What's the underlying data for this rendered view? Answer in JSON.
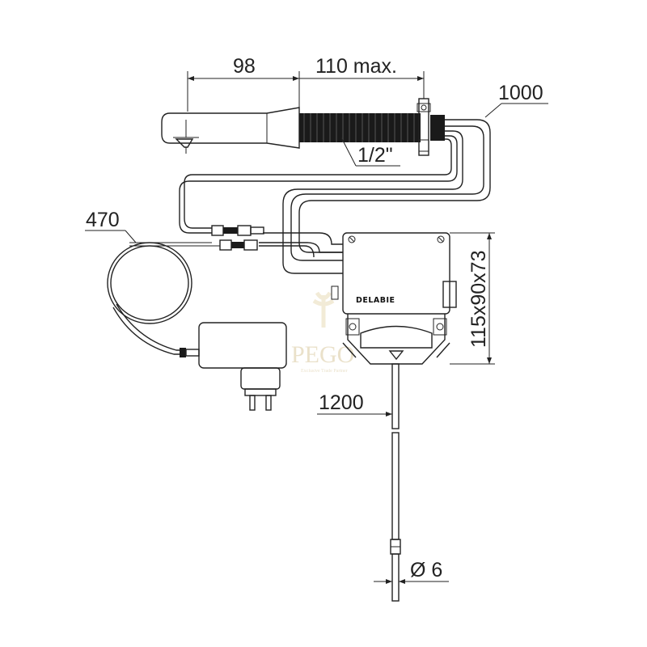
{
  "dimensions": {
    "spout_length": "98",
    "spout_reach": "110 max.",
    "thread": "1/2\"",
    "cable_top": "1000",
    "cable_left": "470",
    "box_size": "115x90x73",
    "hose_length": "1200",
    "hose_diameter": "Ø 6"
  },
  "box": {
    "brand": "DELABIE"
  },
  "watermark": {
    "logo": "PEGO",
    "tagline": "Exclusive Trade Partner"
  }
}
